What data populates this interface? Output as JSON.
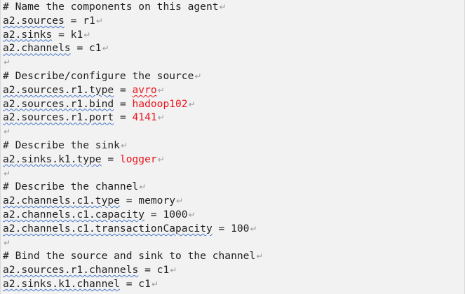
{
  "paragraph_mark": "↵",
  "lines": [
    [
      {
        "t": "# Name the components on this agent"
      }
    ],
    [
      {
        "t": "a2.sources",
        "u": "blue"
      },
      {
        "t": " = r1"
      }
    ],
    [
      {
        "t": "a2.sinks",
        "u": "blue"
      },
      {
        "t": " = k1"
      }
    ],
    [
      {
        "t": "a2.channels",
        "u": "blue"
      },
      {
        "t": " = c1"
      }
    ],
    [],
    [
      {
        "t": "# Describe/configure the source"
      }
    ],
    [
      {
        "t": "a2.sources.r1.type",
        "u": "blue"
      },
      {
        "t": " = "
      },
      {
        "t": "avro",
        "c": "red",
        "u": "red"
      }
    ],
    [
      {
        "t": "a2.sources.r1.bind",
        "u": "blue"
      },
      {
        "t": " = "
      },
      {
        "t": "hadoop102",
        "c": "red"
      }
    ],
    [
      {
        "t": "a2.sources.r1.port",
        "u": "blue"
      },
      {
        "t": " = "
      },
      {
        "t": "4141",
        "c": "red"
      }
    ],
    [],
    [
      {
        "t": "# Describe the sink"
      }
    ],
    [
      {
        "t": "a2.sinks.k1.type",
        "u": "blue"
      },
      {
        "t": " = "
      },
      {
        "t": "logger",
        "c": "red"
      }
    ],
    [],
    [
      {
        "t": "# Describe the channel"
      }
    ],
    [
      {
        "t": "a2.channels.c1.type",
        "u": "blue"
      },
      {
        "t": " = memory"
      }
    ],
    [
      {
        "t": "a2.channels.c1.capacity",
        "u": "blue"
      },
      {
        "t": " = 1000"
      }
    ],
    [
      {
        "t": "a2.channels.c1.transactionCapacity",
        "u": "blue"
      },
      {
        "t": " = 100"
      }
    ],
    [],
    [
      {
        "t": "# Bind the source and sink to the channel"
      }
    ],
    [
      {
        "t": "a2.sources.r1.channels",
        "u": "blue"
      },
      {
        "t": " = c1"
      }
    ],
    [
      {
        "t": "a2.sinks.k1.channel",
        "u": "blue"
      },
      {
        "t": " = c1"
      }
    ]
  ]
}
